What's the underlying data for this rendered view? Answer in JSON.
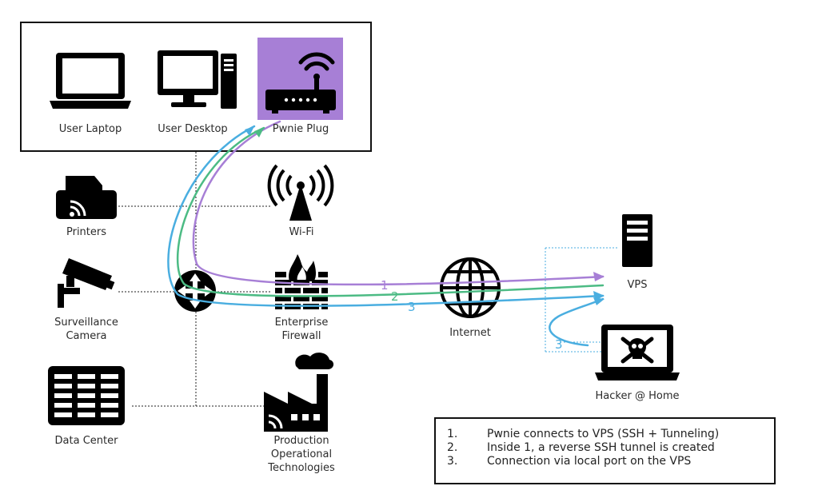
{
  "nodes": {
    "user_laptop": "User Laptop",
    "user_desktop": "User Desktop",
    "pwnie_plug": "Pwnie Plug",
    "printers": "Printers",
    "wifi": "Wi-Fi",
    "camera_line1": "Surveillance",
    "camera_line2": "Camera",
    "firewall_line1": "Enterprise",
    "firewall_line2": "Firewall",
    "internet": "Internet",
    "vps": "VPS",
    "hacker": "Hacker @ Home",
    "datacenter": "Data Center",
    "production_line1": "Production",
    "production_line2": "Operational",
    "production_line3": "Technologies"
  },
  "paths": [
    {
      "label": "1",
      "color": "#a77fd6"
    },
    {
      "label": "2",
      "color": "#4cbb84"
    },
    {
      "label": "3",
      "color": "#4aaee0"
    },
    {
      "label": "3",
      "color": "#4aaee0"
    }
  ],
  "legend": [
    {
      "n": "1.",
      "text": "Pwnie connects to VPS (SSH + Tunneling)"
    },
    {
      "n": "2.",
      "text": "Inside 1, a reverse SSH tunnel is created"
    },
    {
      "n": "3.",
      "text": "Connection via local port on the VPS"
    }
  ],
  "colors": {
    "pwnie_bg": "#a77fd6",
    "icon": "#000000",
    "frame": "#111111"
  }
}
